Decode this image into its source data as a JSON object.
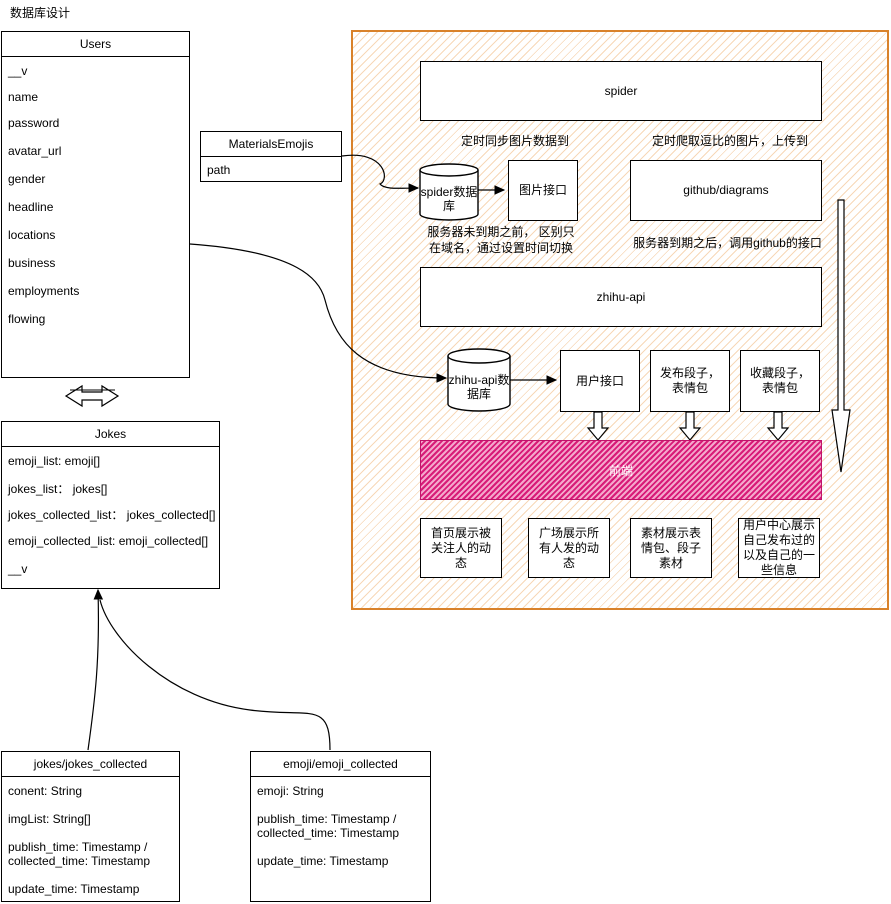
{
  "page_title": "数据库设计",
  "users": {
    "title": "Users",
    "fields": [
      "__v",
      "name",
      "password",
      "avatar_url",
      "gender",
      "headline",
      "locations",
      "business",
      "employments",
      "flowing"
    ]
  },
  "materials_emojis": {
    "title": "MaterialsEmojis",
    "fields": [
      "path"
    ]
  },
  "jokes": {
    "title": "Jokes",
    "fields": [
      "emoji_list: emoji[]",
      "jokes_list： jokes[]",
      "jokes_collected_list：  jokes_collected[]",
      "emoji_collected_list: emoji_collected[]",
      "__v"
    ]
  },
  "jokes_collected": {
    "title": "jokes/jokes_collected",
    "fields": [
      "conent: String",
      "imgList: String[]",
      "publish_time: Timestamp /",
      "collected_time: Timestamp",
      "update_time: Timestamp"
    ]
  },
  "emoji_collected": {
    "title": "emoji/emoji_collected",
    "fields": [
      "emoji: String",
      "publish_time: Timestamp /",
      "collected_time: Timestamp",
      "update_time: Timestamp"
    ]
  },
  "architecture": {
    "spider": "spider",
    "sync_note": "定时同步图片数据到",
    "crawl_note": "定时爬取逗比的图片，上传到",
    "spider_db": "spider数据库",
    "image_api": "图片接口",
    "github": "github/diagrams",
    "before_expire_note": "服务器未到期之前， 区别只在域名，通过设置时间切换",
    "after_expire_note": "服务器到期之后，调用github的接口",
    "zhihu_api": "zhihu-api",
    "zhihu_db": "zhihu-api数据库",
    "user_api": "用户接口",
    "publish_api": "发布段子，表情包",
    "collect_api": "收藏段子，表情包",
    "frontend": "前端",
    "home": "首页展示被关注人的动态",
    "square": "广场展示所有人发的动态",
    "materials": "素材展示表情包、段子素材",
    "user_center": "用户中心展示自己发布过的以及自己的一些信息"
  }
}
